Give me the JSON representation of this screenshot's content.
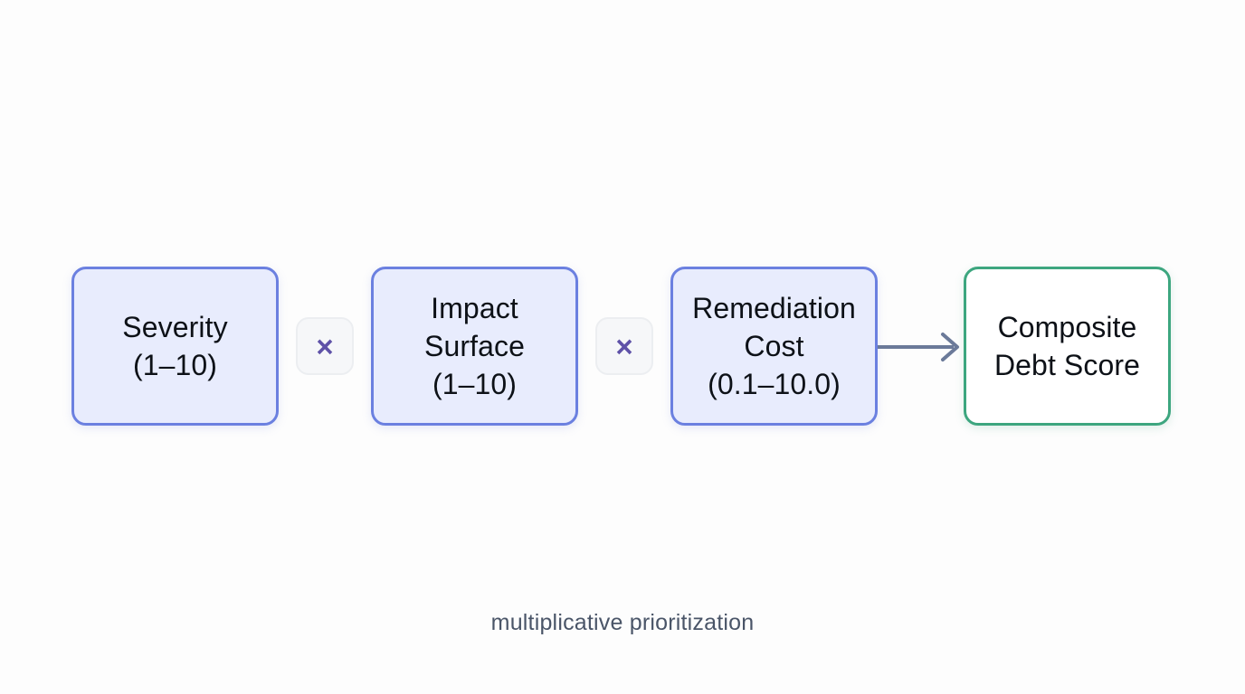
{
  "diagram": {
    "caption": "multiplicative prioritization",
    "operator_symbol": "×",
    "colors": {
      "factor_border": "#6b80e0",
      "factor_fill": "#e8ecfd",
      "result_border": "#3da67f",
      "result_fill": "#ffffff",
      "operator_glyph": "#5f52a8",
      "operator_badge_fill": "#f6f7f9",
      "arrow": "#6b7a99",
      "text": "#0d1117",
      "caption_text": "#4a5568",
      "background": "#fdfdfd"
    },
    "factors": [
      {
        "name": "severity",
        "line1": "Severity",
        "line2": "(1–10)",
        "line3": "",
        "range_min": 1,
        "range_max": 10
      },
      {
        "name": "impact-surface",
        "line1": "Impact",
        "line2": "Surface",
        "line3": "(1–10)",
        "range_min": 1,
        "range_max": 10
      },
      {
        "name": "remediation-cost",
        "line1": "Remediation",
        "line2": "Cost",
        "line3": "(0.1–10.0)",
        "range_min": 0.1,
        "range_max": 10.0
      }
    ],
    "result": {
      "name": "composite-debt-score",
      "line1": "Composite",
      "line2": "Debt Score"
    }
  }
}
